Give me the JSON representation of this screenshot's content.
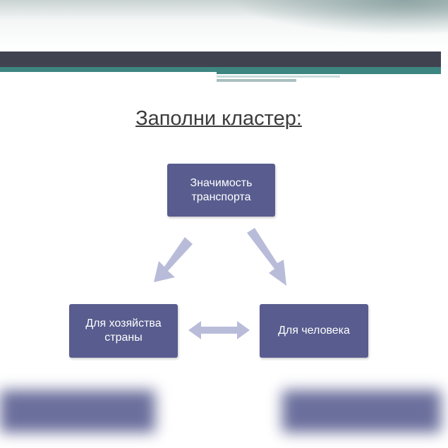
{
  "slide": {
    "title": "Заполни кластер:",
    "nodes": {
      "top": "Значимость транспорта",
      "left": "Для хозяйства страны",
      "right": "Для человека"
    },
    "colors": {
      "box": "#585c8e",
      "arrow": "#b9bcd9",
      "header": "#414250",
      "accent": "#3d8580"
    }
  }
}
